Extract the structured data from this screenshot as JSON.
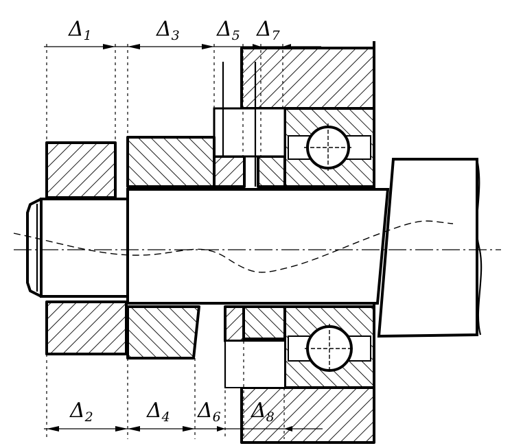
{
  "dimensions": {
    "top": [
      {
        "symbol": "Δ",
        "index": "1"
      },
      {
        "symbol": "Δ",
        "index": "3"
      },
      {
        "symbol": "Δ",
        "index": "5"
      },
      {
        "symbol": "Δ",
        "index": "7"
      }
    ],
    "bottom": [
      {
        "symbol": "Δ",
        "index": "2"
      },
      {
        "symbol": "Δ",
        "index": "4"
      },
      {
        "symbol": "Δ",
        "index": "6"
      },
      {
        "symbol": "Δ",
        "index": "8"
      }
    ]
  }
}
